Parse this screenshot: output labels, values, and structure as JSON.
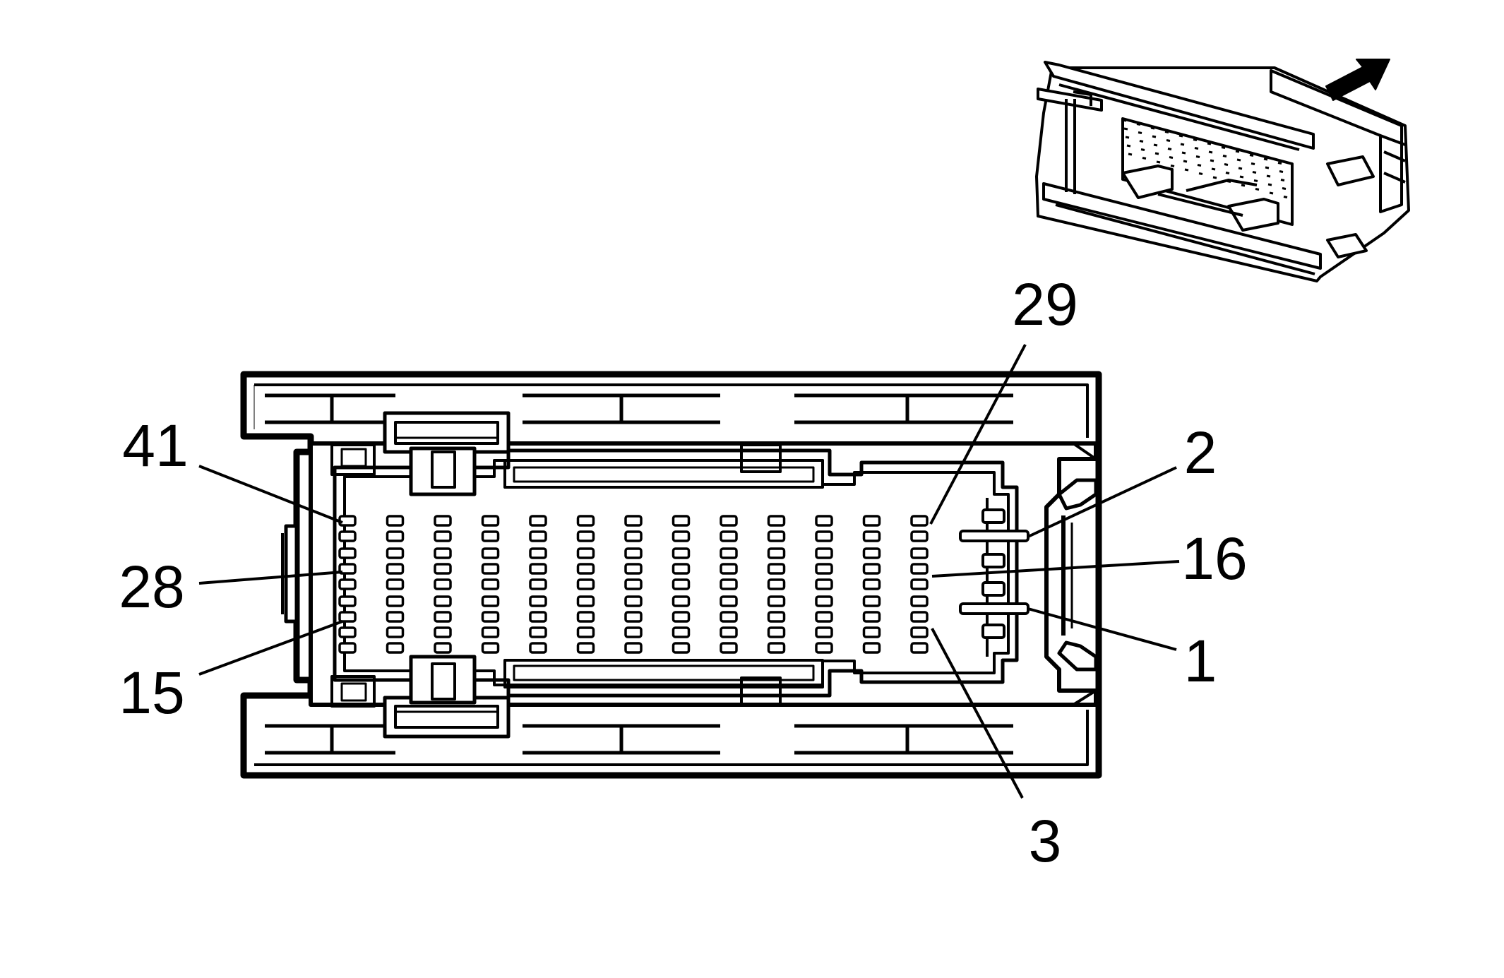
{
  "figure": {
    "type": "connector-face-view",
    "colors": {
      "stroke": "#000000",
      "background": "#ffffff"
    },
    "icons": [
      "direction-arrow-icon"
    ],
    "pin_grid": {
      "columns": 13,
      "rows": 9
    },
    "pin_labels": [
      {
        "id": "41",
        "text": "41"
      },
      {
        "id": "28",
        "text": "28"
      },
      {
        "id": "15",
        "text": "15"
      },
      {
        "id": "29",
        "text": "29"
      },
      {
        "id": "16",
        "text": "16"
      },
      {
        "id": "3",
        "text": "3"
      },
      {
        "id": "2",
        "text": "2"
      },
      {
        "id": "1",
        "text": "1"
      }
    ]
  }
}
